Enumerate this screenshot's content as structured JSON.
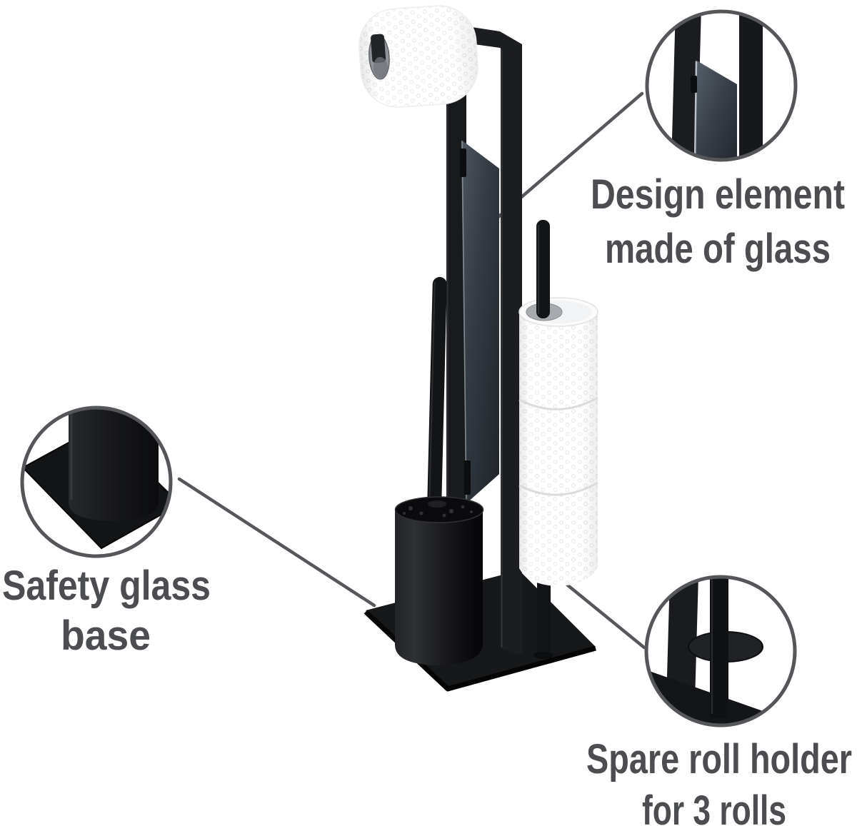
{
  "background_color": "#ffffff",
  "colors": {
    "text": "#4c4d50",
    "line": "#55575b",
    "ring": "#54565a",
    "product_black": "#1a1b1e",
    "glass": "#343b43",
    "paper": "#ffffff"
  },
  "callouts": [
    {
      "name": "glass-detail",
      "line1": "Design element",
      "line2": "made of glass"
    },
    {
      "name": "base-detail",
      "line1": "Safety glass",
      "line2": "base"
    },
    {
      "name": "spare-roll-detail",
      "line1": "Spare roll holder",
      "line2": "for 3 rolls"
    }
  ]
}
